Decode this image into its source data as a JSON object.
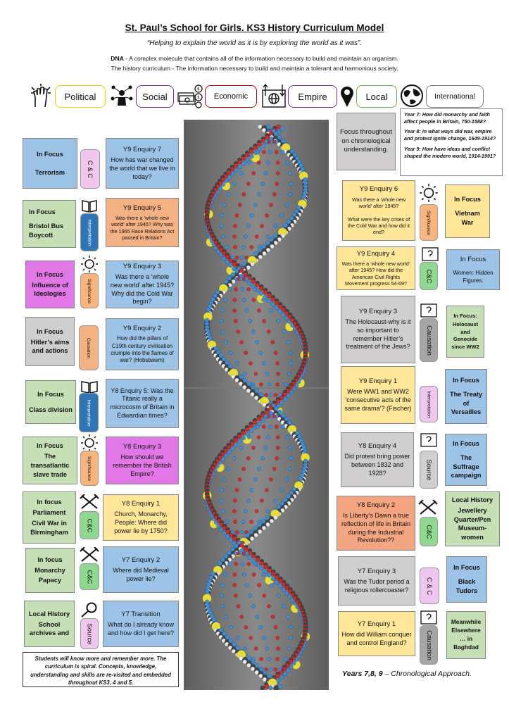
{
  "header": {
    "title": "St. Paul’s School for Girls. KS3 History Curriculum Model",
    "motto": "“Helping to explain the world as it is by exploring the world as it was”.",
    "dna_term": "DNA",
    "dna_def": " - A complex molecule that contains all of the information necessary to build and maintain an organism.",
    "hist_term": "The history curriculum",
    "hist_def": " - The information necessary to build and maintain a tolerant and harmonious society."
  },
  "themes": [
    {
      "label": "Political",
      "icon": "fist-icon",
      "color": "#e6d800"
    },
    {
      "label": "Social",
      "icon": "people-network-icon",
      "color": "#7030a0"
    },
    {
      "label": "Economic",
      "icon": "money-icon",
      "color": "#c00000"
    },
    {
      "label": "Empire",
      "icon": "globe-arrows-icon",
      "color": "#7030a0"
    },
    {
      "label": "Local",
      "icon": "location-pin-icon",
      "color": "#70ad47"
    },
    {
      "label": "International",
      "icon": "globe-icon",
      "color": "#7f7f7f"
    }
  ],
  "left": [
    {
      "focus": [
        "In Focus",
        "Terrorism"
      ],
      "focus_title_split": true,
      "tag": "C & C",
      "enq_head": "Y9 Enquiry 7",
      "enq_body": "How has war changed the world that we live in today?"
    },
    {
      "focus": [
        "In Focus",
        "Bristol Bus Boycott"
      ],
      "tag": "Interpretation",
      "enq_head": "Y9 Enquiry 5",
      "enq_body": "Was there a ‘whole new world’ after 1945? Why was the 1965 Race Relations Act passed in Britain?"
    },
    {
      "focus": [
        "In Focus",
        "Influence of Ideologies"
      ],
      "tag": "Significance",
      "enq_head": "Y9 Enquiry 3",
      "enq_body": "Was there a ‘whole new world’ after 1945? Why did the Cold War begin?"
    },
    {
      "focus": [
        "In Focus",
        "Hitler’s aims and actions"
      ],
      "tag": "Causation",
      "enq_head": "Y9 Enquiry 2",
      "enq_body": "How did the pillars of C19th century civilisation crumple into the flames of war? (Hobsbawm)"
    },
    {
      "focus": [
        "In Focus",
        "Class division"
      ],
      "tag": "Interpretation",
      "enq_head": "",
      "enq_body": "Y8 Enquiry 5: Was the Titanic really a microcosm of Britain in Edwardian times?"
    },
    {
      "focus": [
        "In Focus",
        "The transatlantic slave trade"
      ],
      "tag": "Significance",
      "enq_head": "Y8 Enquiry 3",
      "enq_body": "How should we remember the British Empire?"
    },
    {
      "focus": [
        "In focus",
        "Parliament",
        "Civil War in Birmingham"
      ],
      "tag": "C&C",
      "enq_head": "Y8 Enquiry 1",
      "enq_body": "Church, Monarchy, People: Where did power lie by 1750?"
    },
    {
      "focus": [
        "In focus",
        "Monarchy",
        "Papacy"
      ],
      "tag": "C&C",
      "enq_head": "Y7 Enquiry 2",
      "enq_body": "Where did Medieval power lie?"
    },
    {
      "focus": [
        "Local History",
        "School archives and"
      ],
      "tag": "Source",
      "enq_head": "Y7 Transition",
      "enq_body": "What do I already know and how did I get here?"
    }
  ],
  "right_top": {
    "focus_box": "Focus throughout on chronological understanding.",
    "questions": [
      "Year 7: How did monarchy and faith affect people in Britain, 750-1588?",
      "Year 8: In what ways did war, empire and protest ignite change, 1649-1914?",
      "Year 9: How have ideas and conflict shaped the modern world, 1914-1991?"
    ]
  },
  "right": [
    {
      "enq_head": "Y9 Enquiry 6",
      "enq_body": "Was there a ‘whole new world’ after 1945?\n\nWhat were the key crises of the Cold War and how did it end?",
      "tag": "Significance",
      "focus": [
        "In Focus",
        "Vietnam War"
      ]
    },
    {
      "enq_head": "Y9 Enquiry 4",
      "enq_body": "Was there a ‘whole new world’ after 1945? How did the American Civil Rights Movement progress 54-69?",
      "tag": "C&C",
      "focus": [
        "In Focus",
        "Women: Hidden Figures."
      ]
    },
    {
      "enq_head": "Y9 Enquiry 3",
      "enq_body": "The Holocaust-why is it so important to remember Hitler’s treatment of the Jews?",
      "tag": "Causation",
      "focus": [
        "In Focus:",
        "Holocaust and Genocide since WW2"
      ]
    },
    {
      "enq_head": "Y9 Enquiry 1",
      "enq_body": "Were WW1 and WW2 ‘consecutive acts of the same drama’? (Fischer)",
      "tag": "Interpretation",
      "focus": [
        "In Focus",
        "The Treaty of Versailles"
      ]
    },
    {
      "enq_head": "Y8 Enquiry 4",
      "enq_body": "Did protest bring power between 1832 and 1928?",
      "tag": "Source",
      "focus": [
        "In Focus",
        "The Suffrage campaign"
      ]
    },
    {
      "enq_head": "Y8 Enquiry 2",
      "enq_body": "Is Liberty’s Dawn a true reflection of life in Britain during the Industrial Revolution??",
      "tag": "C&C",
      "focus": [
        "Local History",
        "Jewellery Quarter/Pen Museum-women"
      ]
    },
    {
      "enq_head": "Y7 Enquiry 3",
      "enq_body": "Was the Tudor period a religious rollercoaster?",
      "tag": "C & C",
      "focus": [
        "In Focus",
        "Black Tudors"
      ]
    },
    {
      "enq_head": "Y7 Enquiry 1",
      "enq_body": "How did William conquer and control England?",
      "tag": "Causation",
      "focus": [
        "Meanwhile Elsewhere … in Baghdad"
      ]
    }
  ],
  "footer": {
    "note": "Students will know more and remember more. The curriculum is spiral. Concepts, knowledge, understanding and skills are re-visited and embedded throughout KS3, 4 and 5.",
    "approach_years": "Years 7,8, 9",
    "approach_rest": " – Chronological Approach."
  }
}
